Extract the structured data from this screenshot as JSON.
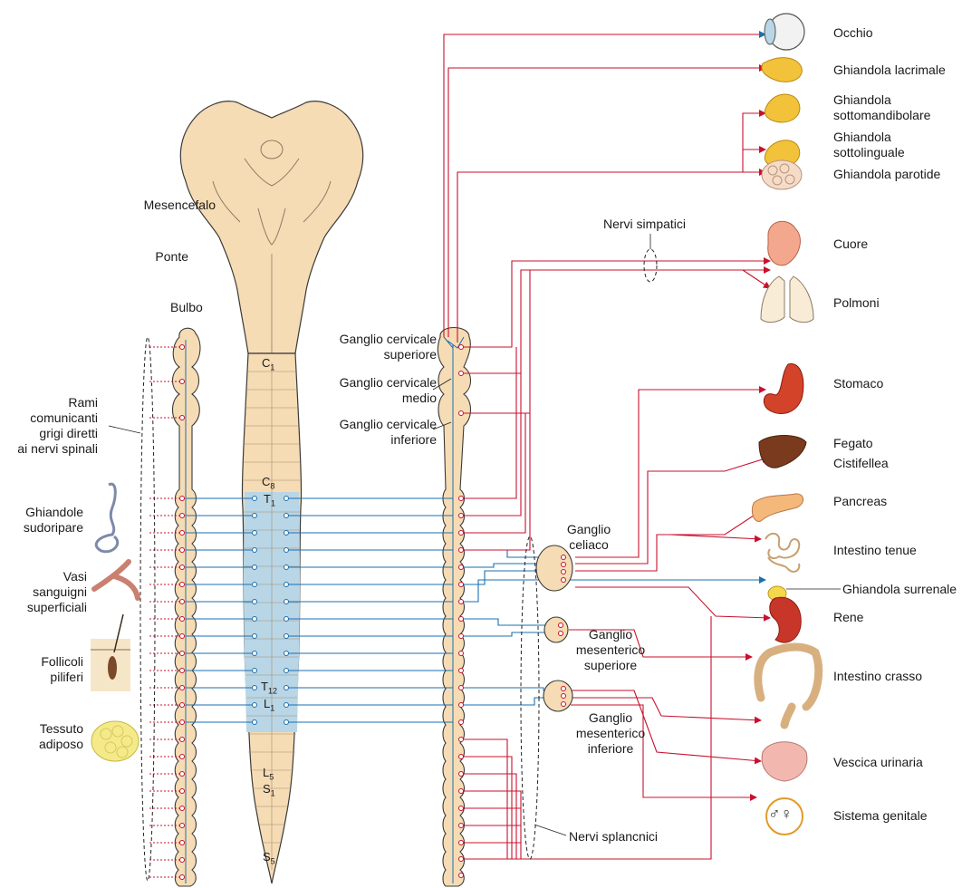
{
  "colors": {
    "sympathetic": "#c8102e",
    "preganglionic": "#1a6fb0",
    "cord_tan": "#f6dcb4",
    "cord_blue": "#b9d6e6",
    "outline": "#3a3a3a"
  },
  "brain": {
    "mesencephalon": "Mesencefalo",
    "pons": "Ponte",
    "medulla": "Bulbo"
  },
  "segments": {
    "c1_main": "C",
    "c1_sub": "1",
    "c8_main": "C",
    "c8_sub": "8",
    "t1_main": "T",
    "t1_sub": "1",
    "t12_main": "T",
    "t12_sub": "12",
    "l1_main": "L",
    "l1_sub": "1",
    "l5_main": "L",
    "l5_sub": "5",
    "s1_main": "S",
    "s1_sub": "1",
    "s5_main": "S",
    "s5_sub": "5"
  },
  "left_labels": {
    "gray_rami": [
      "Rami",
      "comunicanti",
      "grigi diretti",
      "ai nervi spinali"
    ],
    "sweat": [
      "Ghiandole",
      "sudoripare"
    ],
    "vessels": [
      "Vasi",
      "sanguigni",
      "superficiali"
    ],
    "follicles": [
      "Follicoli",
      "piliferi"
    ],
    "adipose": [
      "Tessuto",
      "adiposo"
    ]
  },
  "ganglia": {
    "superior_cervical": [
      "Ganglio cervicale",
      "superiore"
    ],
    "middle_cervical": [
      "Ganglio cervicale",
      "medio"
    ],
    "inferior_cervical": [
      "Ganglio cervicale",
      "inferiore"
    ],
    "celiac": [
      "Ganglio",
      "celiaco"
    ],
    "superior_mesenteric": [
      "Ganglio",
      "mesenterico",
      "superiore"
    ],
    "inferior_mesenteric": [
      "Ganglio",
      "mesenterico",
      "inferiore"
    ]
  },
  "nerves": {
    "sympathetic": "Nervi simpatici",
    "splanchnic": "Nervi splancnici"
  },
  "organs": {
    "eye": "Occhio",
    "lacrimal": "Ghiandola lacrimale",
    "submandibular": [
      "Ghiandola",
      "sottomandibolare"
    ],
    "sublingual": [
      "Ghiandola",
      "sottolinguale"
    ],
    "parotid": "Ghiandola parotide",
    "heart": "Cuore",
    "lungs": "Polmoni",
    "stomach": "Stomaco",
    "liver": "Fegato",
    "gallbladder": "Cistifellea",
    "pancreas": "Pancreas",
    "small_intestine": "Intestino tenue",
    "adrenal": "Ghiandola surrenale",
    "kidney": "Rene",
    "large_intestine": "Intestino crasso",
    "bladder": "Vescica urinaria",
    "genital": "Sistema genitale",
    "genital_symbols": "♂♀"
  }
}
